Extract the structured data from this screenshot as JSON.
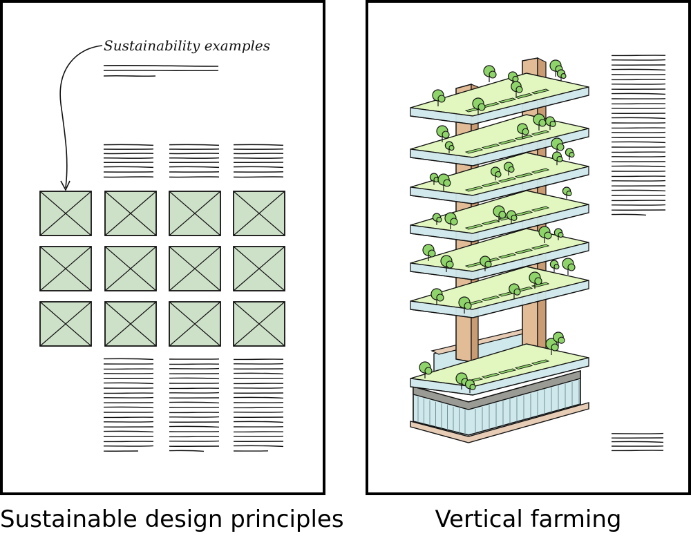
{
  "left_page": {
    "annotation": "Sustainability examples",
    "caption": "Sustainable design principles",
    "image_grid": {
      "rows": 3,
      "cols": 4
    }
  },
  "right_page": {
    "caption": "Vertical farming",
    "illustration": "vertical-farm-building"
  },
  "colors": {
    "placeholder_fill": "#cde0c8",
    "plant_green": "#8fd46a",
    "floor_green": "#e2f7bf",
    "glass_blue": "#cfe8ec",
    "column_tan": "#e2bc97",
    "base_gray": "#9b9b95"
  }
}
